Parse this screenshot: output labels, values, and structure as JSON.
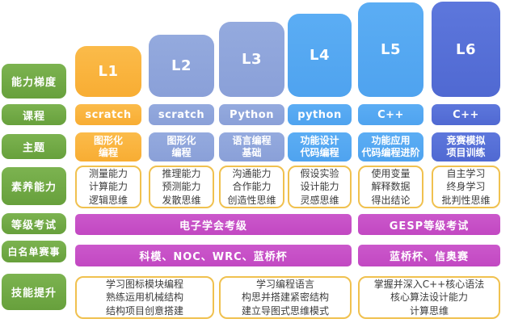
{
  "palette": {
    "green": "#6FA843",
    "orange": "#F9B23C",
    "periwinkle": "#8FA5DB",
    "sky": "#54A8F1",
    "royal": "#5670D8",
    "magenta": "#C64FC6",
    "box_border": "#F0C14F",
    "box_text": "#3C3C3C"
  },
  "sidebar_labels": {
    "gradient": "能力梯度",
    "course": "课程",
    "theme": "主题",
    "abilities": "素养能力",
    "exams": "等级考试",
    "competitions": "白名单赛事",
    "skills": "技能提升"
  },
  "levels": [
    {
      "id": "L1",
      "color": "orange",
      "course": "scratch",
      "theme": [
        "图形化",
        "编程"
      ],
      "abilities": [
        "测量能力",
        "计算能力",
        "逻辑思维"
      ]
    },
    {
      "id": "L2",
      "color": "periwinkle",
      "course": "scratch",
      "theme": [
        "图形化",
        "编程"
      ],
      "abilities": [
        "推理能力",
        "预测能力",
        "发散思维"
      ]
    },
    {
      "id": "L3",
      "color": "periwinkle",
      "course": "Python",
      "theme": [
        "语言编程",
        "基础"
      ],
      "abilities": [
        "沟通能力",
        "合作能力",
        "创造性思维"
      ]
    },
    {
      "id": "L4",
      "color": "sky",
      "course": "python",
      "theme": [
        "功能设计",
        "代码编程"
      ],
      "abilities": [
        "假设实验",
        "设计能力",
        "灵感思维"
      ]
    },
    {
      "id": "L5",
      "color": "sky",
      "course": "C++",
      "theme": [
        "功能应用",
        "代码编程进阶"
      ],
      "abilities": [
        "使用变量",
        "解释数据",
        "得出结论"
      ]
    },
    {
      "id": "L6",
      "color": "royal",
      "course": "C++",
      "theme": [
        "竞赛模拟",
        "项目训练"
      ],
      "abilities": [
        "自主学习",
        "终身学习",
        "批判性思维"
      ]
    }
  ],
  "exams": [
    "电子学会考级",
    "GESP等级考试"
  ],
  "competitions": [
    "科模、NOC、WRC、蓝桥杯",
    "蓝桥杯、信奥赛"
  ],
  "skills": [
    [
      "学习图标模块编程",
      "熟练运用机械结构",
      "结构项目创意搭建"
    ],
    [
      "学习编程语言",
      "构思并搭建紧密结构",
      "建立导图式思维模式"
    ],
    [
      "掌握并深入C++核心语法",
      "核心算法设计能力",
      "计算思维"
    ]
  ]
}
